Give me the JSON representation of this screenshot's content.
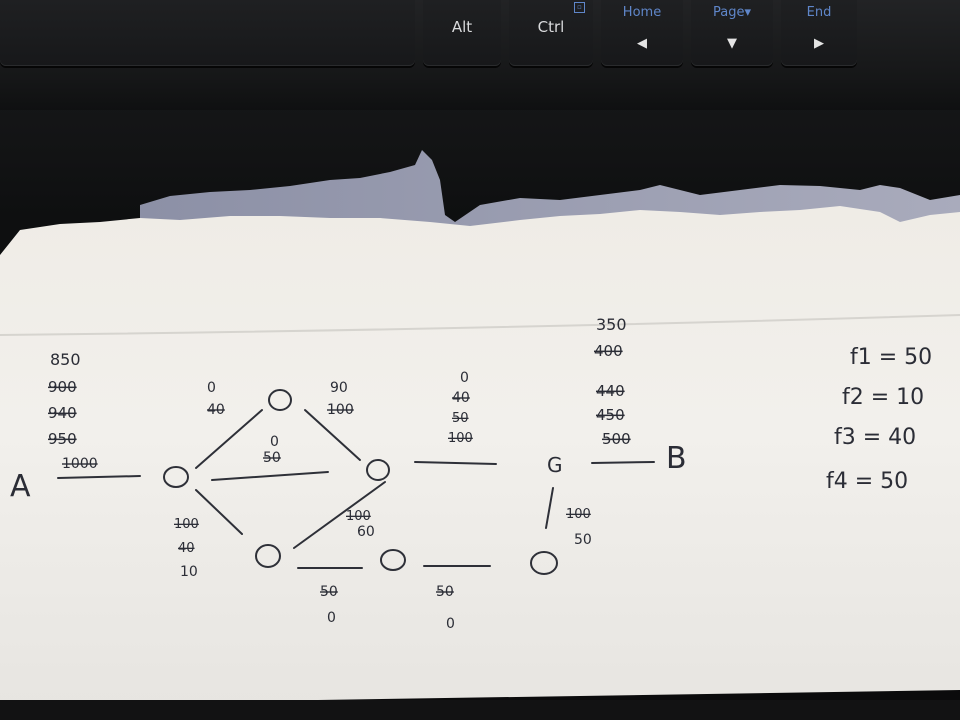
{
  "keyboard": {
    "keys": [
      {
        "label": "Alt"
      },
      {
        "label": "Ctrl"
      },
      {
        "label": "Home",
        "arrow": "◀"
      },
      {
        "label": "Page▾",
        "arrow": "▼"
      },
      {
        "label": "End",
        "arrow": "▶"
      }
    ]
  },
  "note": {
    "start_label": "A",
    "end_label": "B",
    "start_values": [
      "850",
      "900",
      "940",
      "950",
      "1000"
    ],
    "end_values": [
      "350",
      "400",
      "440",
      "450",
      "500"
    ],
    "edge_labels": {
      "top_left": [
        "0",
        "40"
      ],
      "top_right": [
        "90",
        "100"
      ],
      "middle": [
        "0",
        "50"
      ],
      "right_edge": [
        "0",
        "40",
        "50",
        "100"
      ],
      "bottom_left": [
        "100",
        "40",
        "10"
      ],
      "diagonal": [
        "100",
        "60"
      ],
      "bottom_mid": [
        "50",
        "0"
      ],
      "bottom_right": [
        "50",
        "0"
      ],
      "g_down": [
        "100",
        "50"
      ]
    },
    "node_labels": {
      "g": "G"
    },
    "f_values": [
      "f1 = 50",
      "f2 = 10",
      "f3 = 40",
      "f4 = 50"
    ]
  }
}
